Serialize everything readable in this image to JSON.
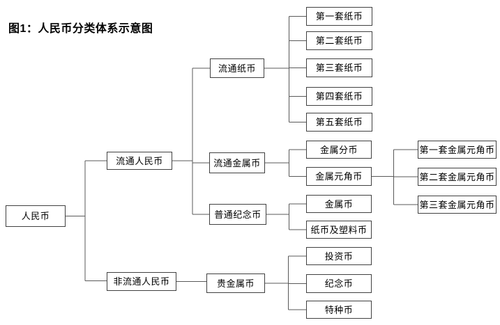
{
  "page": {
    "title": "图1：人民币分类体系示意图",
    "background_color": "#ffffff",
    "line_color": "#595959",
    "box_border_color": "#404040",
    "text_color": "#000000"
  },
  "diagram": {
    "type": "tree",
    "direction": "left-to-right",
    "nodes": {
      "rmb": "人民币",
      "circulating_rmb": "流通人民币",
      "non_circulating_rmb": "非流通人民币",
      "circulating_paper": "流通纸币",
      "circulating_metal": "流通金属币",
      "ordinary_commemorative": "普通纪念币",
      "precious_metal": "贵金属币",
      "paper_set_1": "第一套纸币",
      "paper_set_2": "第二套纸币",
      "paper_set_3": "第三套纸币",
      "paper_set_4": "第四套纸币",
      "paper_set_5": "第五套纸币",
      "metal_fen": "金属分币",
      "metal_yuan_jiao": "金属元角币",
      "metal_coin": "金属币",
      "paper_and_plastic": "纸币及塑料币",
      "investment_coin": "投资币",
      "commemorative_coin": "纪念币",
      "special_coin": "特种币",
      "metal_yuan_jiao_set_1": "第一套金属元角币",
      "metal_yuan_jiao_set_2": "第二套金属元角币",
      "metal_yuan_jiao_set_3": "第三套金属元角币"
    },
    "hierarchy": {
      "人民币": {
        "流通人民币": {
          "流通纸币": [
            "第一套纸币",
            "第二套纸币",
            "第三套纸币",
            "第四套纸币",
            "第五套纸币"
          ],
          "流通金属币": {
            "金属分币": [],
            "金属元角币": [
              "第一套金属元角币",
              "第二套金属元角币",
              "第三套金属元角币"
            ]
          },
          "普通纪念币": [
            "金属币",
            "纸币及塑料币"
          ]
        },
        "非流通人民币": {
          "贵金属币": [
            "投资币",
            "纪念币",
            "特种币"
          ]
        }
      }
    }
  }
}
